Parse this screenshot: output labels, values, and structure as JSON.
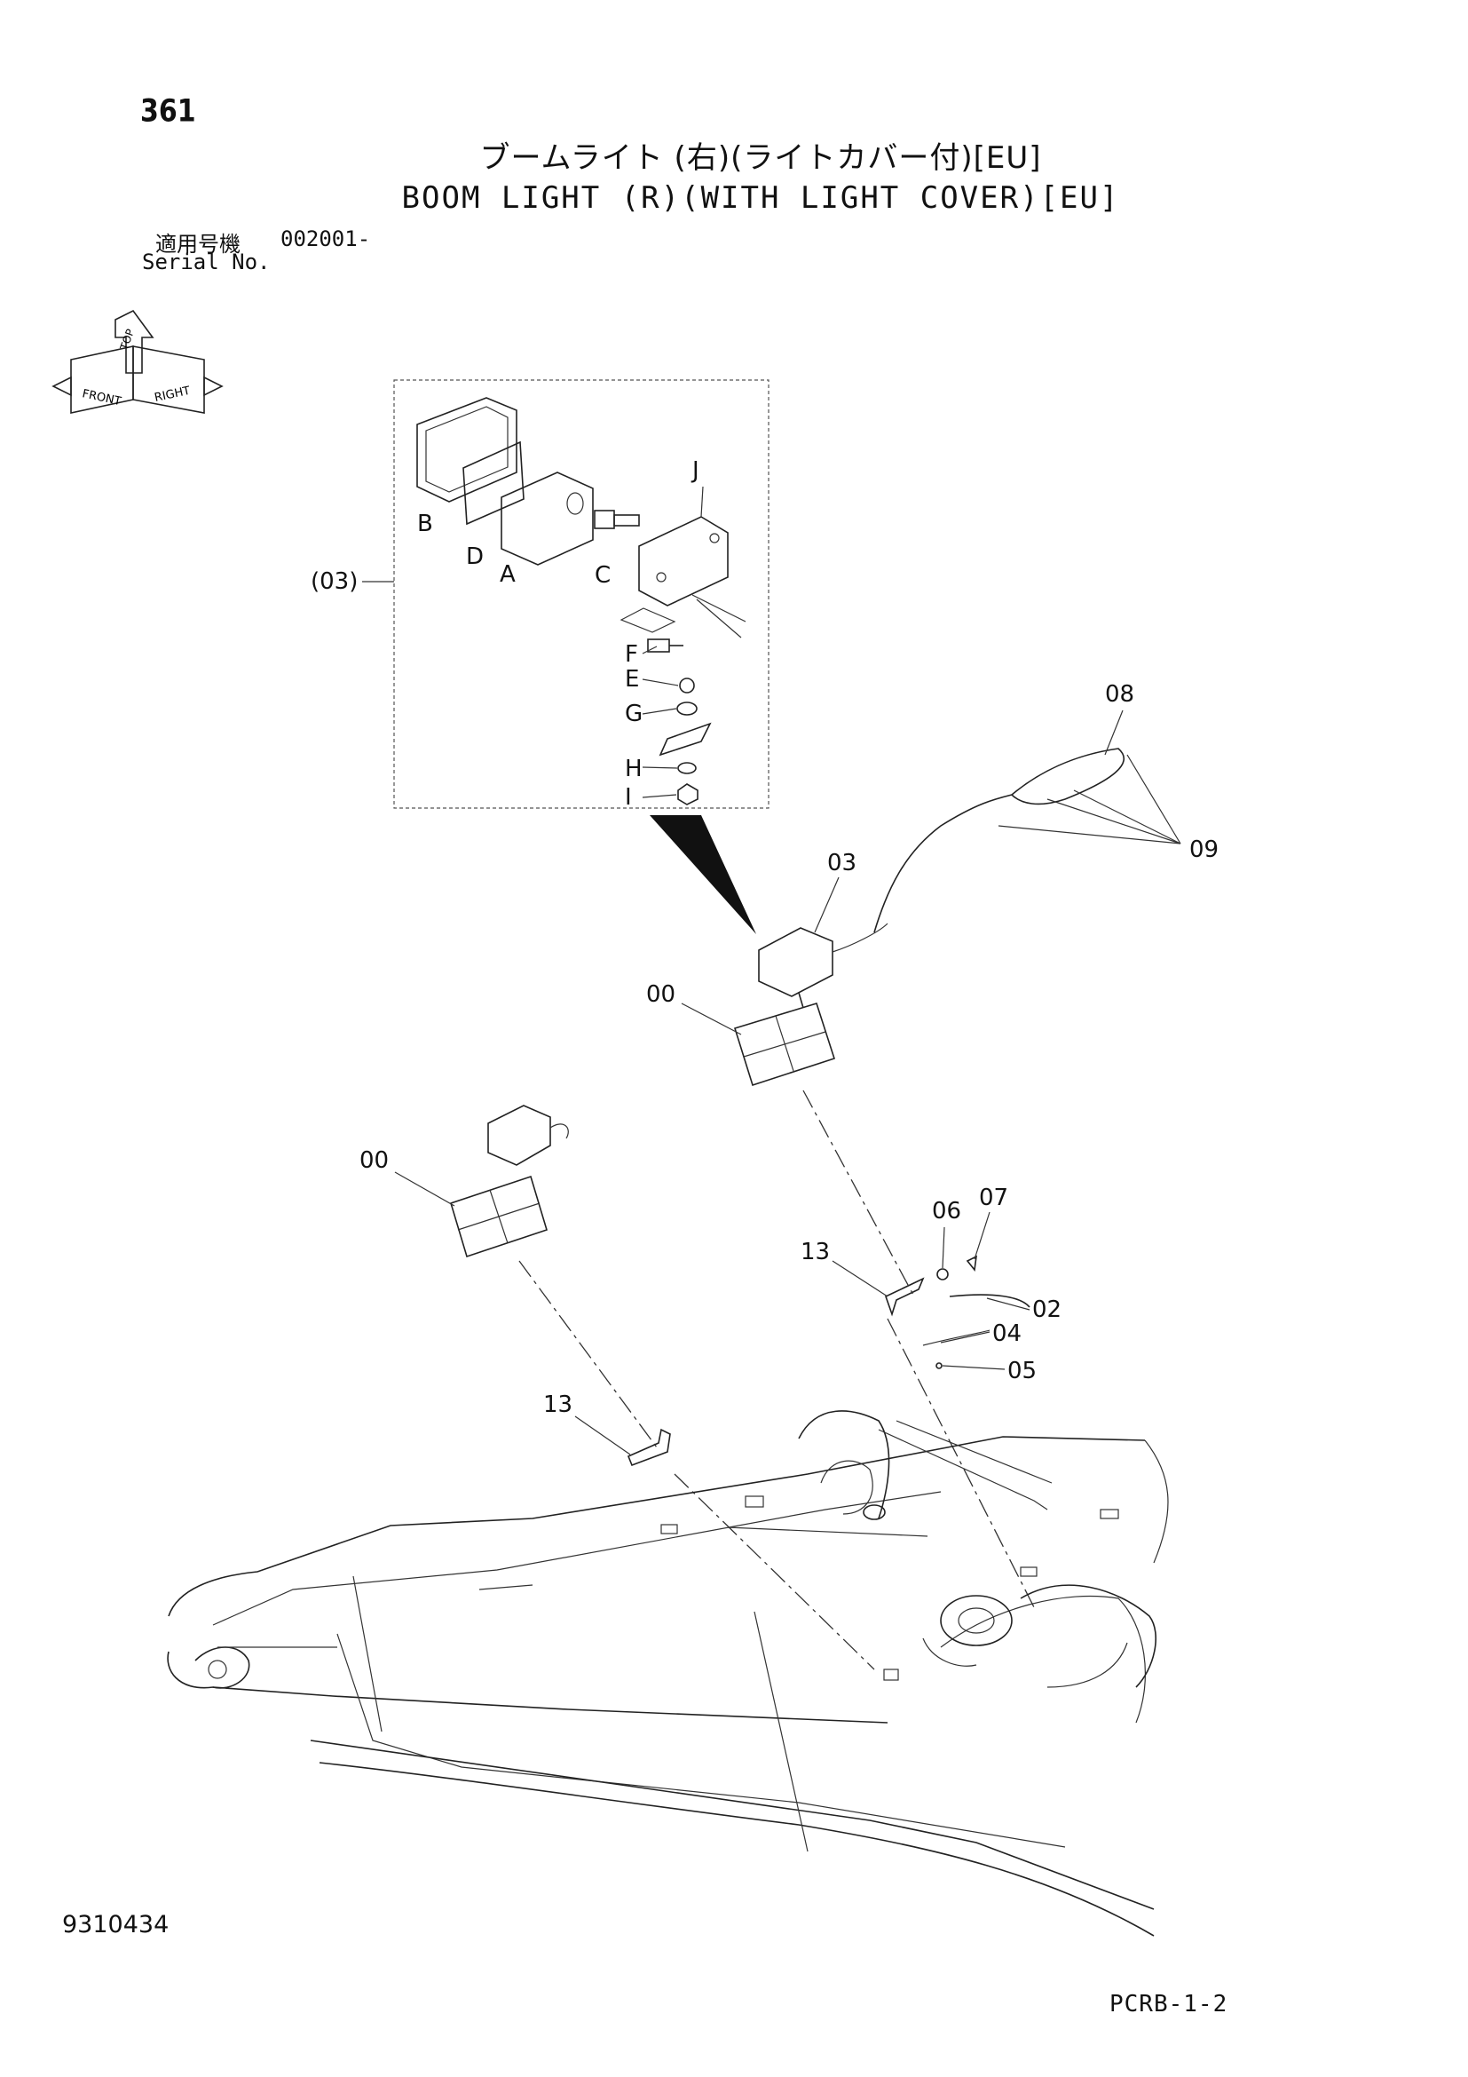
{
  "header": {
    "page_number": "361",
    "title_jp": "ブームライト (右)(ライトカバー付)[EU]",
    "title_en": "BOOM LIGHT (R)(WITH LIGHT COVER)[EU]",
    "serial_label_jp": "適用号機",
    "serial_value": "002001-",
    "serial_label_en": "Serial No."
  },
  "orientation_icon": {
    "labels": [
      "TOP",
      "FRONT",
      "RIGHT"
    ]
  },
  "callouts": {
    "exploded": [
      "B",
      "D",
      "A",
      "C",
      "J",
      "F",
      "E",
      "G",
      "H",
      "I"
    ],
    "assembly_ref": "(03)",
    "parts": {
      "p08": "08",
      "p09": "09",
      "p03": "03",
      "p00a": "00",
      "p00b": "00",
      "p13a": "13",
      "p13b": "13",
      "p06": "06",
      "p07": "07",
      "p02": "02",
      "p04": "04",
      "p05": "05"
    }
  },
  "footer": {
    "doc_number": "9310434",
    "sheet_code": "PCRB-1-2"
  }
}
